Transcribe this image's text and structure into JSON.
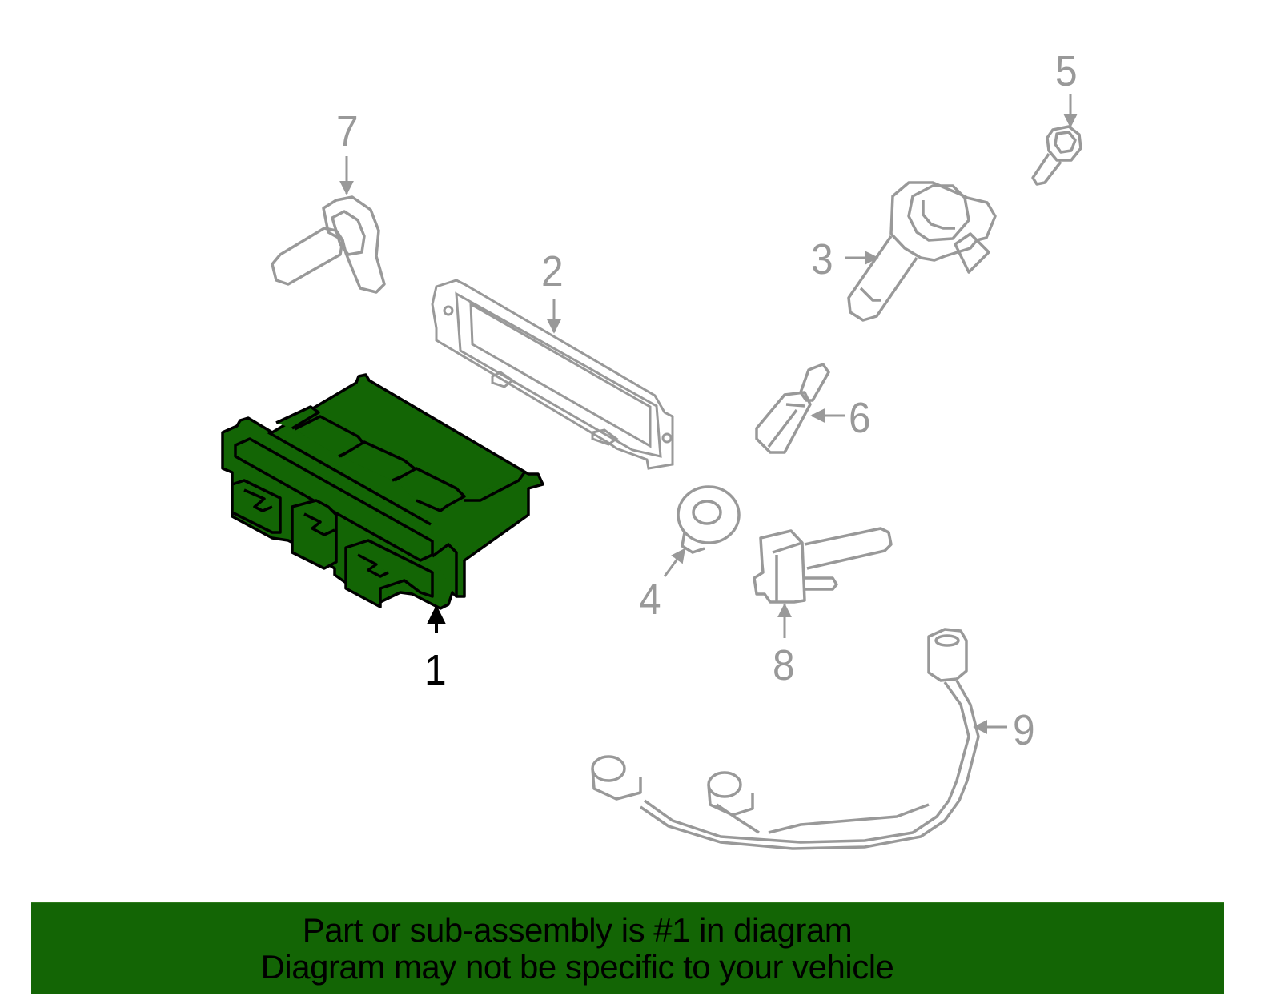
{
  "diagram": {
    "highlight_color": "#136505",
    "outline_color": "#999999",
    "callouts": [
      {
        "number": "1",
        "part": "engine-control-module",
        "highlighted": true
      },
      {
        "number": "2",
        "part": "mounting-bracket",
        "highlighted": false
      },
      {
        "number": "3",
        "part": "ignition-coil",
        "highlighted": false
      },
      {
        "number": "4",
        "part": "grommet",
        "highlighted": false
      },
      {
        "number": "5",
        "part": "bolt",
        "highlighted": false
      },
      {
        "number": "6",
        "part": "sensor-stud",
        "highlighted": false
      },
      {
        "number": "7",
        "part": "crankshaft-position-sensor",
        "highlighted": false
      },
      {
        "number": "8",
        "part": "camshaft-position-sensor",
        "highlighted": false
      },
      {
        "number": "9",
        "part": "knock-sensor-harness",
        "highlighted": false
      }
    ]
  },
  "banner": {
    "line1": "Part or sub-assembly is #1 in diagram",
    "line2": "Diagram may not be specific to your vehicle",
    "background": "#136505"
  }
}
